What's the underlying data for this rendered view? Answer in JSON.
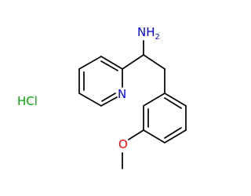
{
  "structure": {
    "salt_label": "HCl",
    "amine": {
      "symbol": "NH",
      "subscript": "2"
    },
    "pyridine_nitrogen": "N",
    "methoxy_oxygen": "O"
  },
  "colors": {
    "bond": "#000000",
    "nitrogen": "#0000ff",
    "oxygen": "#ff0000",
    "chlorine": "#00aa00"
  }
}
